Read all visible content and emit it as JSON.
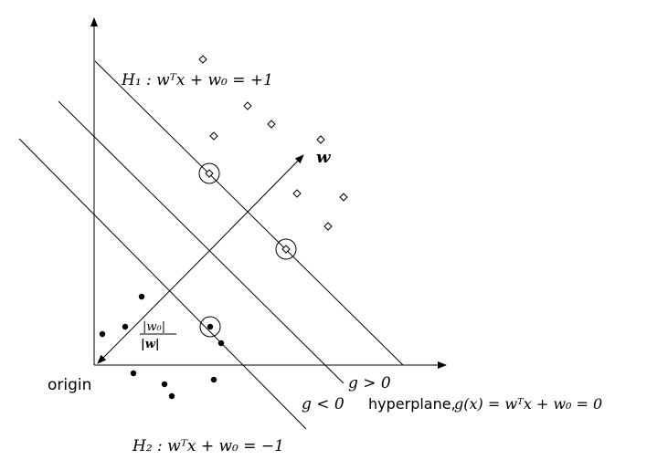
{
  "labels": {
    "h1": "H₁ : wᵀx + w₀ = +1",
    "h2": "H₂ : wᵀx + w₀ = −1",
    "w_vector": "w",
    "g_positive": "g > 0",
    "g_negative": "g < 0",
    "hyperplane_prefix": "hyperplane,",
    "hyperplane_eq": "g(x) = wᵀx + w₀ = 0",
    "origin": "origin",
    "distance_numerator": "|w₀|",
    "distance_denominator": "|w|"
  },
  "colors": {
    "ink": "#000000",
    "background": "#ffffff"
  },
  "markers": {
    "class_positive": "diamond-outline",
    "class_negative": "filled-dot",
    "support_vector": "circle-outline"
  }
}
